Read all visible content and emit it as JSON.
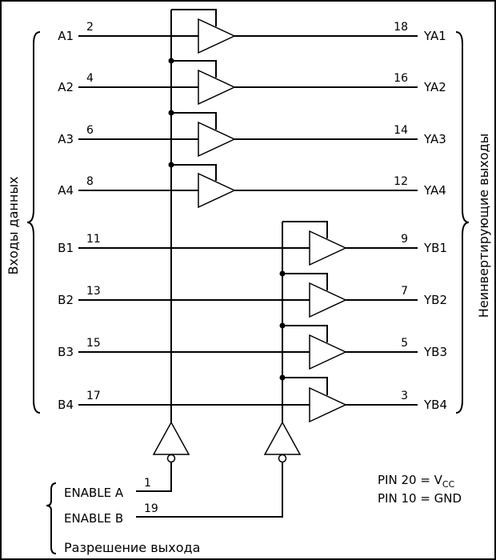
{
  "labels": {
    "data_inputs": "Входы данных",
    "outputs": "Неинвертирующие выходы",
    "output_enable": "Разрешение выхода",
    "power_line1_prefix": "PIN 20 = V",
    "power_line1_sub": "CC",
    "power_line2": "PIN 10 = GND"
  },
  "enables": [
    {
      "label": "ENABLE A",
      "pin": "1"
    },
    {
      "label": "ENABLE B",
      "pin": "19"
    }
  ],
  "channels_a": [
    {
      "input": "A1",
      "in_pin": "2",
      "out_pin": "18",
      "output": "YA1"
    },
    {
      "input": "A2",
      "in_pin": "4",
      "out_pin": "16",
      "output": "YA2"
    },
    {
      "input": "A3",
      "in_pin": "6",
      "out_pin": "14",
      "output": "YA3"
    },
    {
      "input": "A4",
      "in_pin": "8",
      "out_pin": "12",
      "output": "YA4"
    }
  ],
  "channels_b": [
    {
      "input": "B1",
      "in_pin": "11",
      "out_pin": "9",
      "output": "YB1"
    },
    {
      "input": "B2",
      "in_pin": "13",
      "out_pin": "7",
      "output": "YB2"
    },
    {
      "input": "B3",
      "in_pin": "15",
      "out_pin": "5",
      "output": "YB3"
    },
    {
      "input": "B4",
      "in_pin": "17",
      "out_pin": "3",
      "output": "YB4"
    }
  ]
}
